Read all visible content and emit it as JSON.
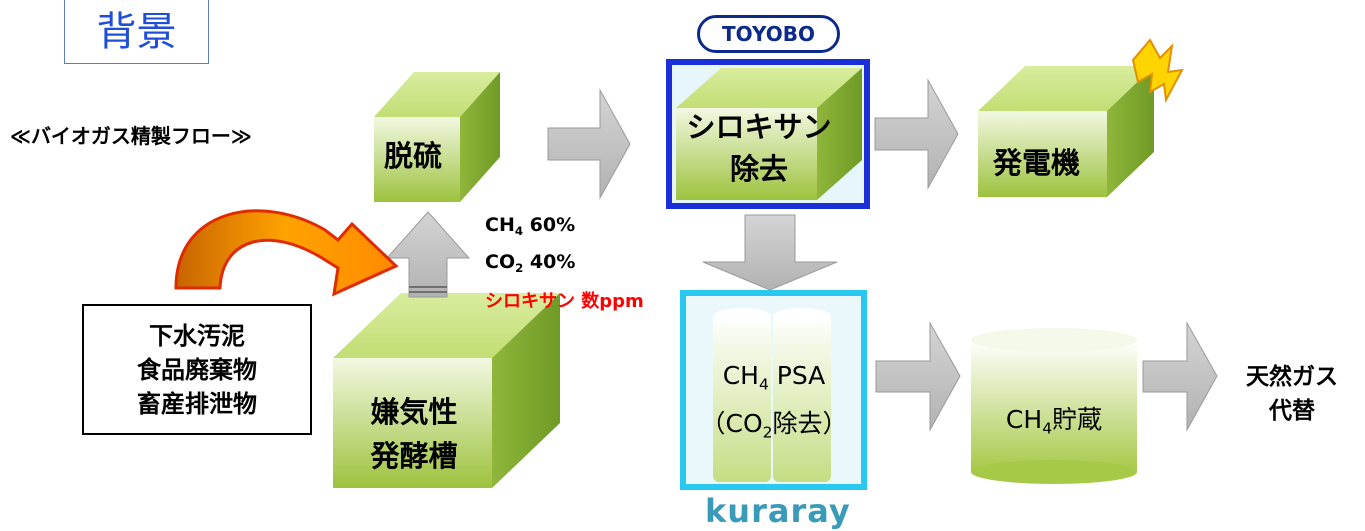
{
  "title": "背景",
  "flow_label": "≪バイオガス精製フロー≫",
  "nodes": {
    "desulfurization": "脱硫",
    "siloxane_removal": [
      "シロキサン",
      "除去"
    ],
    "generator": "発電機",
    "digester": [
      "嫌気性",
      "発酵槽"
    ],
    "psa": {
      "line1_main": "CH",
      "line1_sub": "4",
      "line1_rest": " PSA",
      "line2_pre": "（CO",
      "line2_sub": "2",
      "line2_rest": "除去）"
    },
    "storage": {
      "main": "CH",
      "sub": "4",
      "rest": "貯蔵"
    },
    "output": [
      "天然ガス",
      "代替"
    ]
  },
  "sources": [
    "下水汚泥",
    "食品廃棄物",
    "畜産排泄物"
  ],
  "composition": {
    "ch4": {
      "main": "CH",
      "sub": "4",
      "value": " 60%"
    },
    "co2": {
      "main": "CO",
      "sub": "2",
      "value": " 40%"
    },
    "siloxane": "シロキサン 数ppm"
  },
  "logos": {
    "top": "TOYOBO",
    "bottom": "kuraray"
  },
  "colors": {
    "title_text": "#1f4fd8",
    "siloxane_highlight": "#1a2fd8",
    "psa_highlight": "#28c8f0",
    "cube_face": "#b8d66a",
    "arrow_fill": "#c0c0c0",
    "red_text": "#ff0000"
  }
}
